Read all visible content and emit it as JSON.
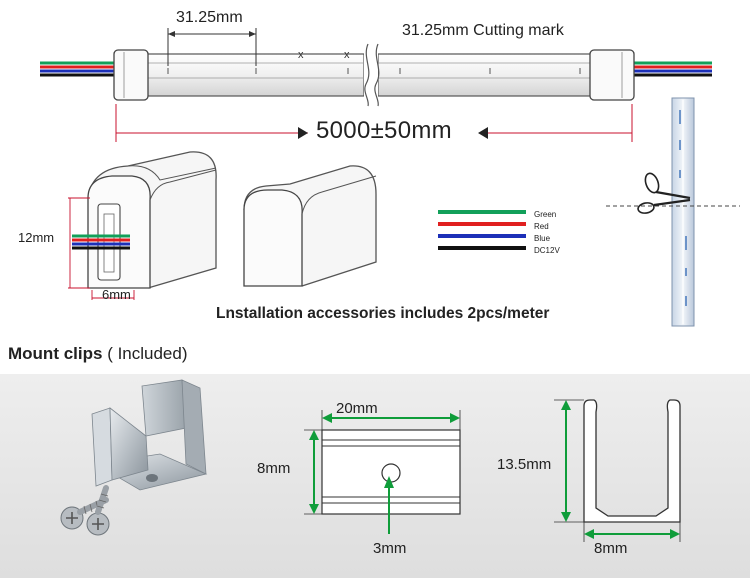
{
  "top": {
    "segment_dimension": "31.25mm",
    "cutting_mark_label": "31.25mm Cutting mark",
    "cut_marker_glyph": "x",
    "length_label": "5000±50mm"
  },
  "profile": {
    "height_label": "12mm",
    "width_label": "6mm"
  },
  "wire_legend": [
    {
      "label": "Green",
      "color": "#12a05a"
    },
    {
      "label": "Red",
      "color": "#e02020"
    },
    {
      "label": "Blue",
      "color": "#1c2fb8"
    },
    {
      "label": "DC12V",
      "color": "#111111"
    }
  ],
  "accessory_note": "Lnstallation accessories includes 2pcs/meter",
  "mount_clips": {
    "title_bold": "Mount clips",
    "title_note": "( Included)",
    "width_label": "20mm",
    "height_label": "8mm",
    "hole_label": "3mm",
    "profile_height_label": "13.5mm",
    "profile_width_label": "8mm"
  },
  "colors": {
    "dimension_red": "#c8102e",
    "dimension_green": "#0f9d3a",
    "band_gray": "#e7e7e7"
  }
}
